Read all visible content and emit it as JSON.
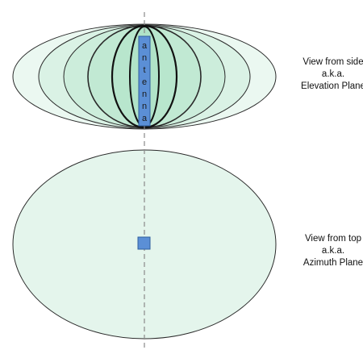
{
  "antenna": {
    "letters": [
      "a",
      "n",
      "t",
      "e",
      "n",
      "n",
      "a"
    ],
    "fill": "#5b8fd6",
    "stroke": "#2f5f9e"
  },
  "elevation_plane": {
    "label_lines": [
      "View from side",
      "a.k.a.",
      "Elevation Plane"
    ],
    "lobe_fill": "#8fd6b0"
  },
  "azimuth_plane": {
    "label_lines": [
      "View from top",
      "a.k.a.",
      "Azimuth Plane"
    ],
    "fill": "#e4f5ec",
    "marker_fill": "#5b8fd6"
  }
}
